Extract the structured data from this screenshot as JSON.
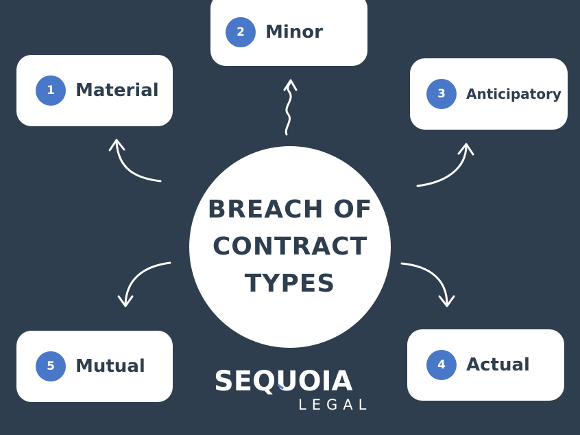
{
  "center": {
    "lines": [
      "BREACH OF",
      "CONTRACT",
      "TYPES"
    ]
  },
  "types": [
    {
      "number": "1",
      "label": "Material",
      "icon": "material-icon"
    },
    {
      "number": "2",
      "label": "Minor"
    },
    {
      "number": "3",
      "label": "Anticipatory"
    },
    {
      "number": "4",
      "label": "Actual"
    },
    {
      "number": "5",
      "label": "Mutual"
    }
  ],
  "logo": {
    "name": "SEQUOIA",
    "sub": "LEGAL"
  },
  "colors": {
    "background": "#2e3e4e",
    "badge": "#4a78c8",
    "card": "#ffffff",
    "text": "#2e3e4e"
  }
}
